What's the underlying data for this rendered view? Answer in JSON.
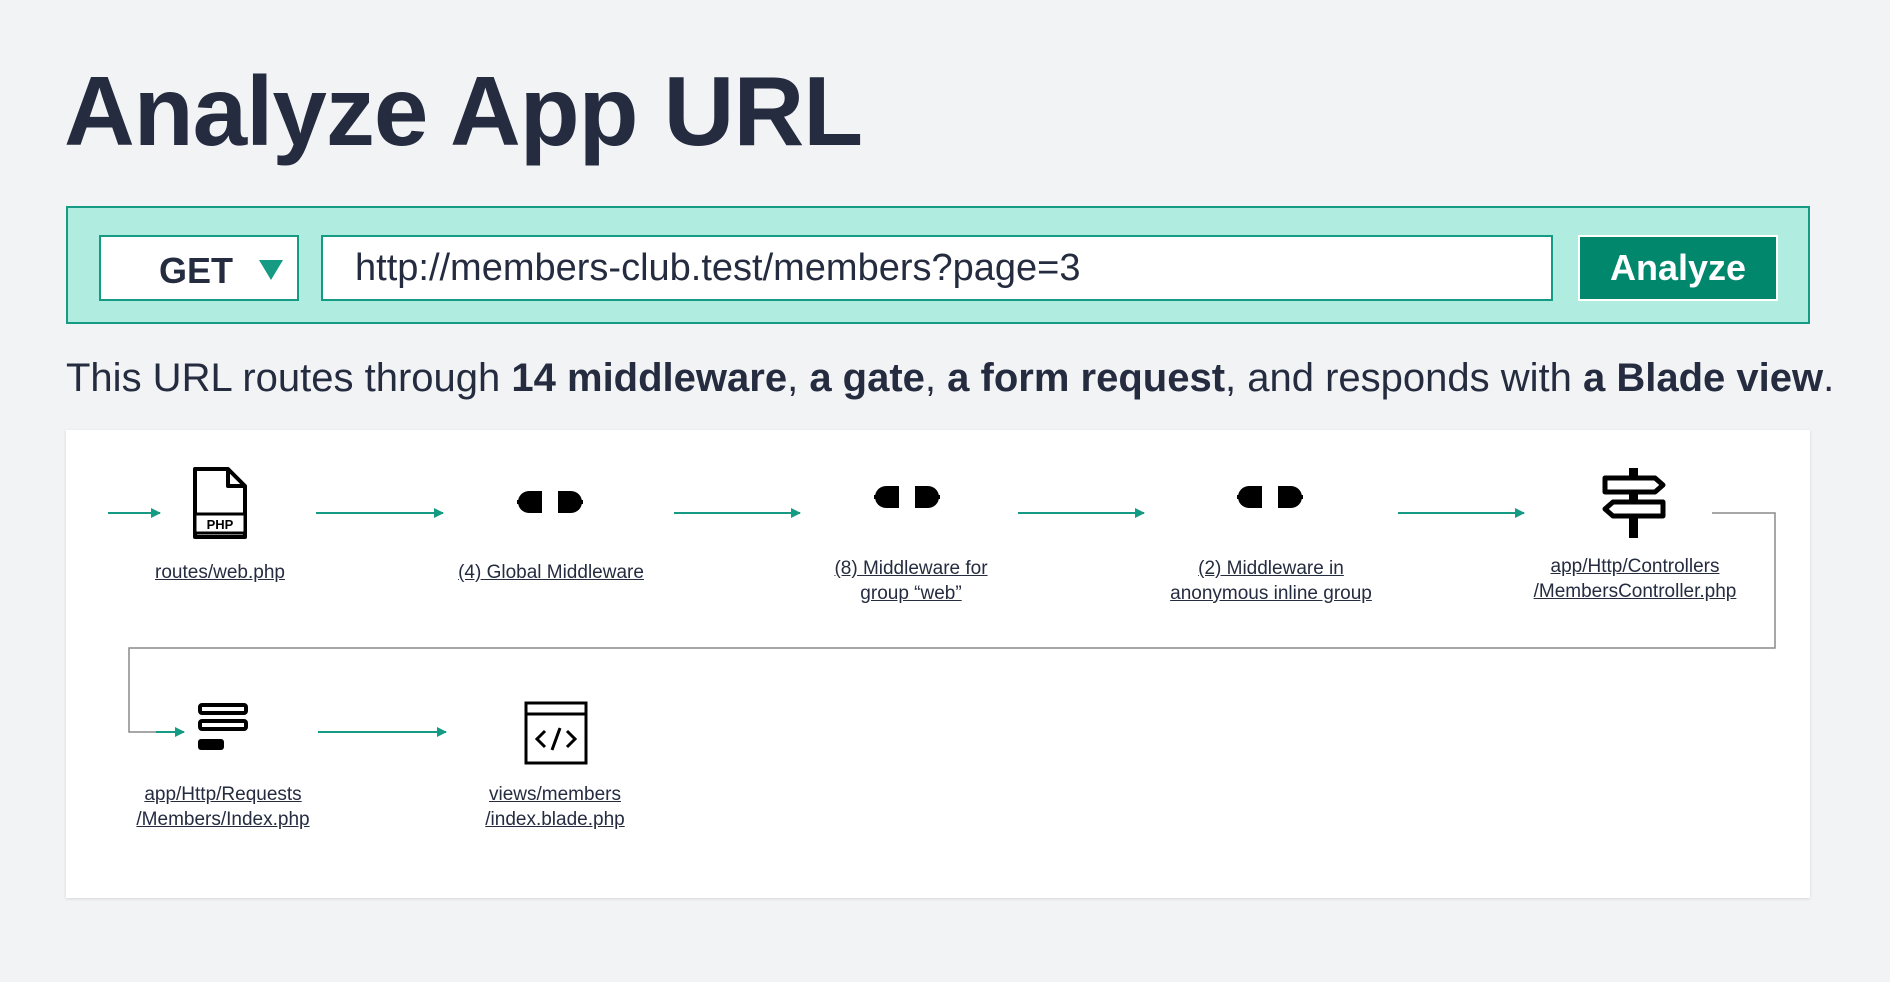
{
  "page": {
    "title": "Analyze App URL"
  },
  "request_bar": {
    "method": {
      "selected": "GET",
      "caret_icon": "caret-down-icon"
    },
    "url": {
      "value": "http://members-club.test/members?page=3"
    },
    "analyze_label": "Analyze"
  },
  "summary": {
    "lead": "This URL routes through ",
    "middleware": "14 middleware",
    "sep1": ", ",
    "gate": "a gate",
    "sep2": ", ",
    "form_request": "a form request",
    "mid": ", and responds with ",
    "view": "a Blade view",
    "end": "."
  },
  "flow": {
    "nodes": [
      {
        "icon": "php-file-icon",
        "label": "routes/web.php"
      },
      {
        "icon": "plug-icon",
        "label": "(4) Global Middleware"
      },
      {
        "icon": "plug-icon",
        "label": "(8) Middleware for\ngroup “web”"
      },
      {
        "icon": "plug-icon",
        "label": "(2) Middleware in\nanonymous inline group"
      },
      {
        "icon": "signpost-icon",
        "label": "app/Http/Controllers\n/MembersController.php"
      },
      {
        "icon": "form-request-icon",
        "label": "app/Http/Requests\n/Members/Index.php"
      },
      {
        "icon": "code-window-icon",
        "label": "views/members\n/index.blade.php"
      }
    ],
    "colors": {
      "arrow": "#159a83",
      "connector": "#8a8a8a",
      "icon": "#000000"
    }
  },
  "colors": {
    "background": "#f2f3f5",
    "text": "#252c40",
    "bar_fill": "#b0ece0",
    "accent": "#159a83",
    "button": "#00876c"
  }
}
